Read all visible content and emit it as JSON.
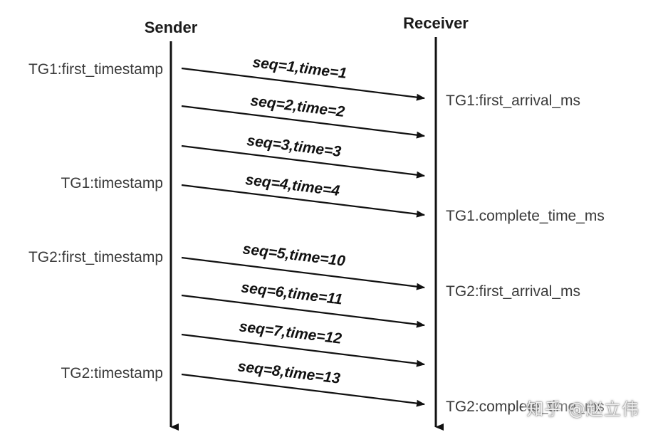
{
  "sender": {
    "title": "Sender"
  },
  "receiver": {
    "title": "Receiver"
  },
  "messages": [
    {
      "label": "seq=1,time=1"
    },
    {
      "label": "seq=2,time=2"
    },
    {
      "label": "seq=3,time=3"
    },
    {
      "label": "seq=4,time=4"
    },
    {
      "label": "seq=5,time=10"
    },
    {
      "label": "seq=6,time=11"
    },
    {
      "label": "seq=7,time=12"
    },
    {
      "label": "seq=8,time=13"
    }
  ],
  "sender_labels": [
    {
      "text": "TG1:first_timestamp"
    },
    {
      "text": "TG1:timestamp"
    },
    {
      "text": "TG2:first_timestamp"
    },
    {
      "text": "TG2:timestamp"
    }
  ],
  "receiver_labels": [
    {
      "text": "TG1:first_arrival_ms"
    },
    {
      "text": "TG1.complete_time_ms"
    },
    {
      "text": "TG2:first_arrival_ms"
    },
    {
      "text": "TG2:complete_time_ms"
    }
  ],
  "watermark": {
    "text": "知乎 @赵立伟"
  }
}
